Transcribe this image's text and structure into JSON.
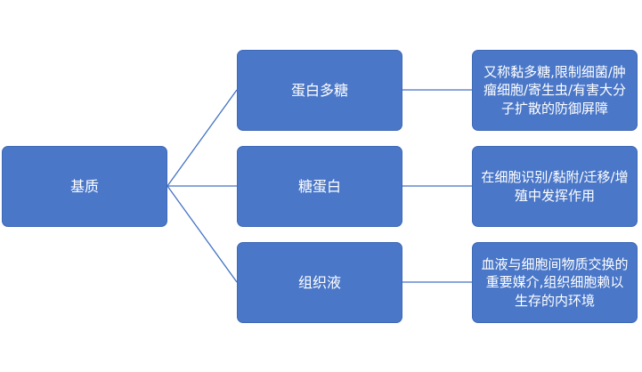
{
  "diagram": {
    "root": {
      "label": "基质"
    },
    "branches": [
      {
        "label": "蛋白多糖",
        "description": "又称黏多糖,限制细菌/肿瘤细胞/寄生虫/有害大分子扩散的防御屏障"
      },
      {
        "label": "糖蛋白",
        "description": "在细胞识别/黏附/迁移/增殖中发挥作用"
      },
      {
        "label": "组织液",
        "description": "血液与细胞间物质交换的重要媒介,组织细胞赖以生存的内环境"
      }
    ],
    "colors": {
      "node_fill": "#4a77c8",
      "node_border": "#3f69b6",
      "connector": "#4472c4",
      "text": "#ffffff"
    }
  }
}
